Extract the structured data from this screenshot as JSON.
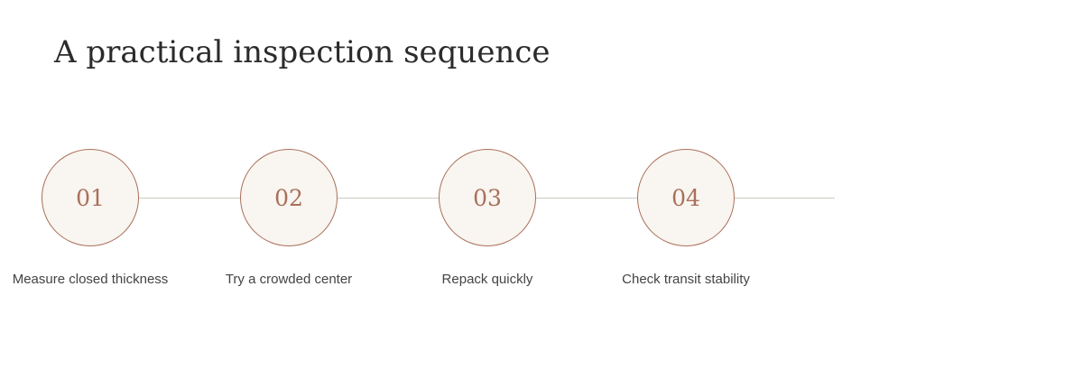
{
  "title": "A practical inspection sequence",
  "steps": [
    {
      "number": "01",
      "label": "Measure closed thickness"
    },
    {
      "number": "02",
      "label": "Try a crowded center"
    },
    {
      "number": "03",
      "label": "Repack quickly"
    },
    {
      "number": "04",
      "label": "Check transit stability"
    }
  ],
  "colors": {
    "accent": "#a9705a",
    "circle_fill": "#f9f5f0",
    "connector": "#cfcac2",
    "title_text": "#2b2b2b",
    "label_text": "#444444"
  }
}
